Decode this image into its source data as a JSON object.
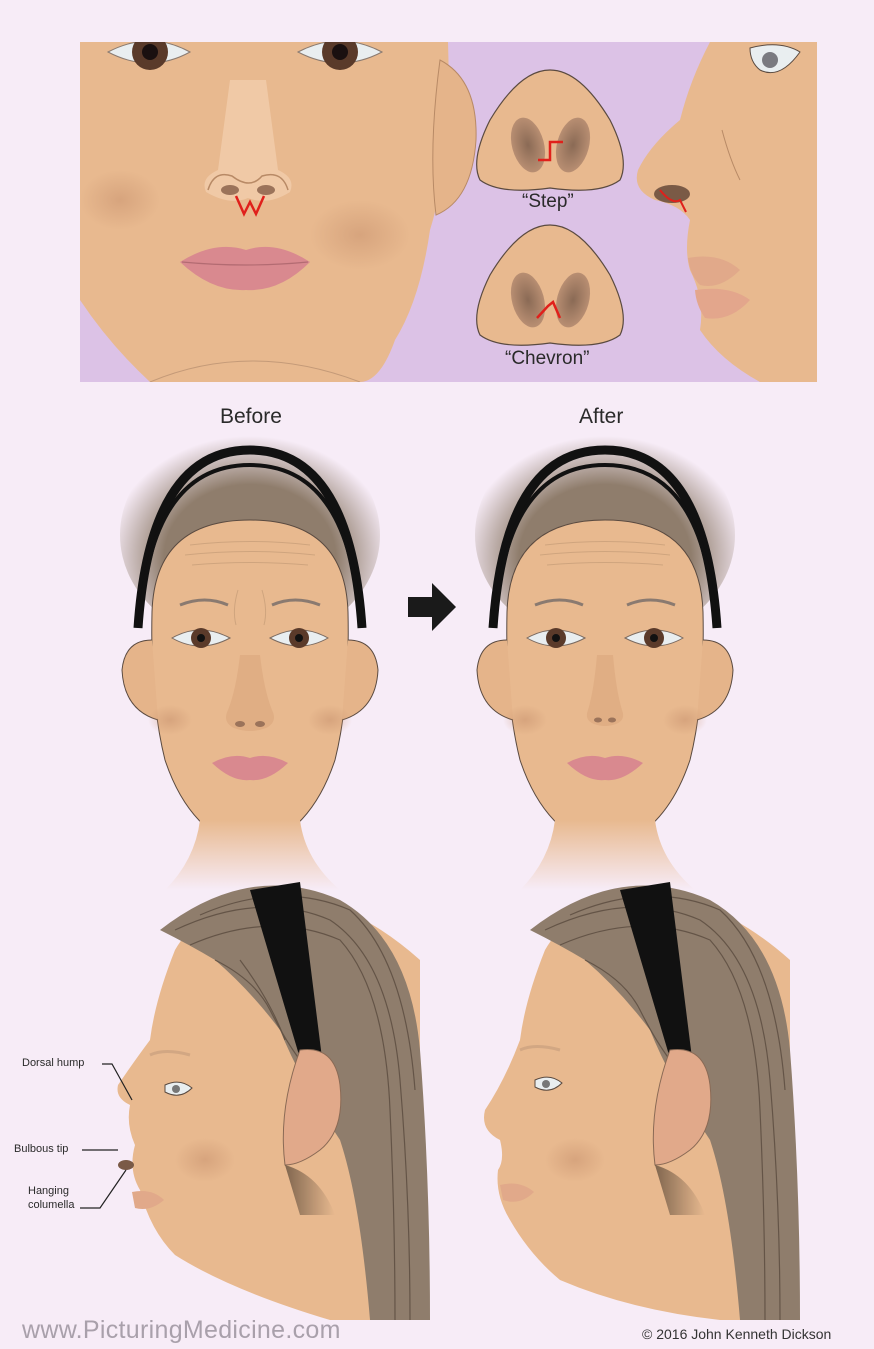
{
  "top_panel": {
    "incision_labels": [
      "“Step”",
      "“Chevron”"
    ]
  },
  "comparison": {
    "before_label": "Before",
    "after_label": "After"
  },
  "annotations": {
    "dorsal_hump": "Dorsal hump",
    "bulbous_tip": "Bulbous tip",
    "hanging_columella_line1": "Hanging",
    "hanging_columella_line2": "columella"
  },
  "footer": {
    "watermark": "www.PicturingMedicine.com",
    "copyright": "© 2016 John Kenneth Dickson"
  },
  "colors": {
    "panel_bg": "#dcc2e6",
    "page_bg": "#f7ecf7",
    "skin": "#e8b98f",
    "skin_shadow": "#cf9c73",
    "hair": "#8f7d6c",
    "headband": "#111111",
    "lip": "#d9898f",
    "incision": "#e0201b"
  }
}
